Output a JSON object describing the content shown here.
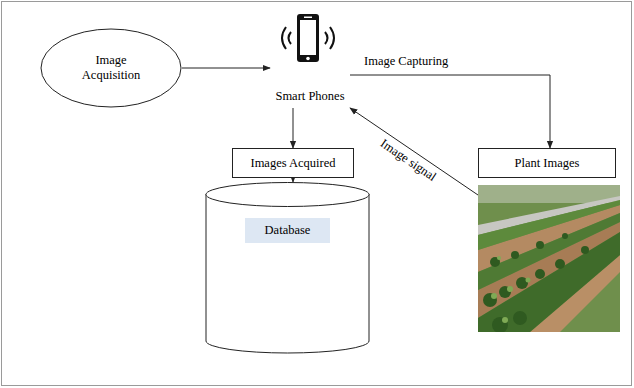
{
  "diagram": {
    "nodes": [
      {
        "text": [
          "Image Acquisition"
        ]
      },
      {
        "text": [
          "Smart Phones"
        ]
      },
      {
        "text": [
          "Plant Images"
        ]
      },
      {
        "text": [
          "Images Acquired"
        ]
      },
      {
        "text": [
          "Database"
        ]
      }
    ],
    "edges": [
      {
        "from": 0,
        "to": 1,
        "arrow": "to"
      },
      {
        "from": 1,
        "to": 2,
        "arrow": "to",
        "label": "Image Capturing"
      },
      {
        "from": 2,
        "to": 1,
        "arrow": "to",
        "label": "Image signal"
      },
      {
        "from": 1,
        "to": 3,
        "arrow": "to"
      },
      {
        "from": 3,
        "to": 4,
        "arrow": "to"
      }
    ]
  }
}
